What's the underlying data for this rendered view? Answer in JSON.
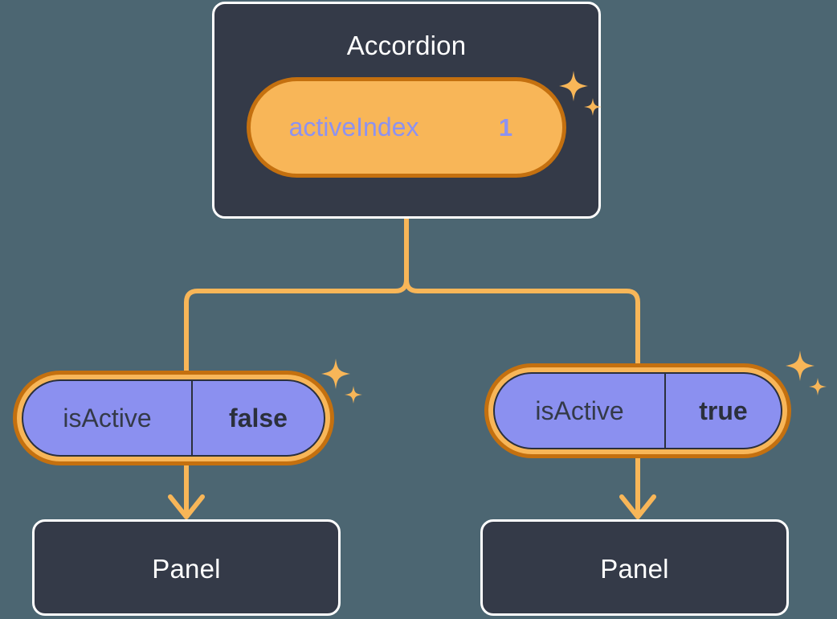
{
  "diagram": {
    "type": "component-state-tree",
    "background_color": "#4c6672",
    "accent_color": "#f8b658",
    "highlight_ring_color": "#c4700f",
    "node_fill_color": "#343a48",
    "state_pill_color": "#8b90f0",
    "purple_text_color": "#8d92f0"
  },
  "root": {
    "title": "Accordion",
    "state": {
      "key": "activeIndex",
      "value": "1",
      "highlighted": true
    }
  },
  "children": [
    {
      "state": {
        "key": "isActive",
        "value": "false",
        "highlighted": true
      },
      "node": {
        "title": "Panel"
      }
    },
    {
      "state": {
        "key": "isActive",
        "value": "true",
        "highlighted": true
      },
      "node": {
        "title": "Panel"
      }
    }
  ],
  "icons": {
    "sparkle": "sparkle-icon",
    "arrow": "arrow-down-icon"
  }
}
